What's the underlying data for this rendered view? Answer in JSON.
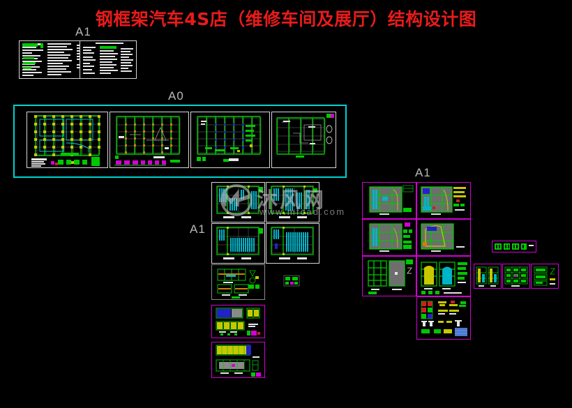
{
  "document": {
    "title": "钢框架汽车4S店（维修车间及展厅）结构设计图",
    "title_color": "#e81b1b",
    "background_color": "#000000"
  },
  "watermark": {
    "site_name_cn": "沐风网",
    "site_url": "www.mfcad.com",
    "color": "#bdbdbd"
  },
  "sheet_labels": {
    "notes_sheet": "A1",
    "plans_sheet": "A0",
    "middle_sheet": "A1",
    "right_sheet": "A1"
  },
  "palette": {
    "frame_cyan": "#00d2d2",
    "frame_magenta": "#d400d4",
    "frame_white": "#d8d8d8",
    "frame_gray": "#8a8a8a",
    "grid_green": "#00c800",
    "hatch_cyan": "#00b4c8",
    "accent_yellow": "#c8c800",
    "accent_blue": "#2222cc",
    "accent_orange": "#d08000",
    "accent_red": "#cc2020",
    "text_white": "#e6e6e6"
  },
  "sheets": {
    "notes": {
      "label": "A1",
      "panel_count": 2,
      "panels": [
        {
          "name": "general-notes-left",
          "content": "structural design general notes text block"
        },
        {
          "name": "general-notes-right",
          "content": "material and specification notes text block"
        }
      ]
    },
    "plans": {
      "label": "A0",
      "border_color": "#00d2d2",
      "panel_count": 4,
      "panels": [
        {
          "name": "foundation-plan",
          "content": "foundation / pile layout plan with column grid"
        },
        {
          "name": "column-layout-plan",
          "content": "column positioning plan with grid axes"
        },
        {
          "name": "floor-framing-plan",
          "content": "steel floor framing plan"
        },
        {
          "name": "roof-framing-plan",
          "content": "roof framing plan with sections"
        }
      ]
    },
    "middle": {
      "label": "A1",
      "panel_count": 7,
      "panels": [
        {
          "name": "floor-plan-a",
          "border": "#d8d8d8"
        },
        {
          "name": "floor-plan-b",
          "border": "#d8d8d8"
        },
        {
          "name": "floor-plan-c",
          "border": "#d8d8d8"
        },
        {
          "name": "floor-plan-d",
          "border": "#d8d8d8"
        },
        {
          "name": "beam-detail-sheet",
          "border": "#8a8a8a"
        },
        {
          "name": "elevation-sheet-1",
          "border": "#d400d4"
        },
        {
          "name": "elevation-sheet-2",
          "border": "#d400d4"
        }
      ],
      "loose_detail": {
        "name": "small-detail-block"
      }
    },
    "right": {
      "label": "A1",
      "border_color": "#d400d4",
      "panel_count": 7,
      "panels": [
        {
          "name": "frame-elevation-1"
        },
        {
          "name": "frame-elevation-2"
        },
        {
          "name": "frame-elevation-3"
        },
        {
          "name": "frame-elevation-4"
        },
        {
          "name": "frame-elevation-5"
        },
        {
          "name": "frame-elevation-6"
        },
        {
          "name": "connection-details"
        }
      ]
    },
    "far_right": {
      "strip": {
        "name": "stair-detail-strip"
      },
      "panel_count": 3,
      "panels": [
        {
          "name": "stair-plan-detail"
        },
        {
          "name": "stair-section-detail"
        },
        {
          "name": "misc-detail"
        }
      ]
    }
  }
}
